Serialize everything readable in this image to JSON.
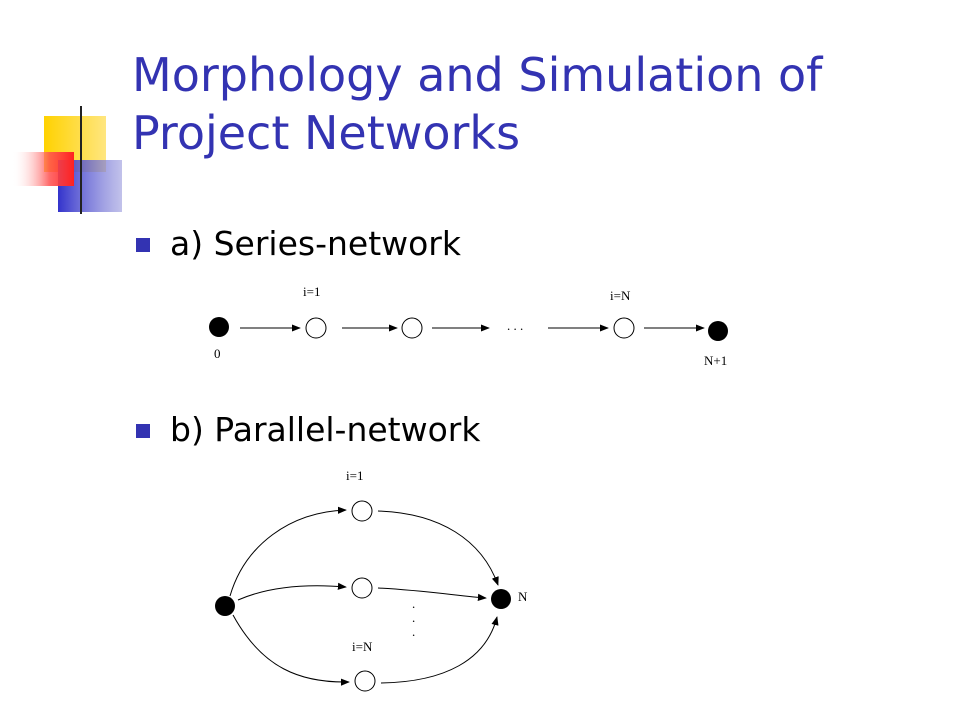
{
  "slide": {
    "title": "Morphology and Simulation of Project Networks",
    "bullets": [
      {
        "label": "a) Series-network"
      },
      {
        "label": "b) Parallel-network"
      }
    ]
  },
  "series_network": {
    "node_labels": {
      "start": "0",
      "first": "i=1",
      "last": "i=N",
      "end": "N+1"
    },
    "ellipsis": ". . ."
  },
  "parallel_network": {
    "node_labels": {
      "first": "i=1",
      "last": "i=N",
      "sink": "N"
    },
    "ellipsis": "."
  },
  "colors": {
    "title": "#3333b2",
    "bullet": "#3333b2",
    "deco_yellow": "#ffd200",
    "deco_blue": "#3333cc",
    "deco_red": "#ff3333"
  }
}
